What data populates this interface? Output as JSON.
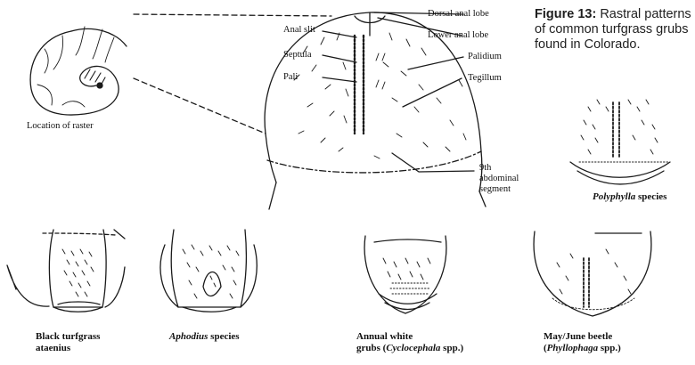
{
  "figure": {
    "number": "Figure 13:",
    "caption": "Rastral patterns of common turfgrass grubs found in Colorado."
  },
  "main_diagram": {
    "labels": {
      "dorsal_anal_lobe": "Dorsal anal lobe",
      "lower_anal_lobe": "Lower anal lobe",
      "anal_slit": "Anal slit",
      "septula": "Septula",
      "pali": "Pali",
      "palidium": "Palidium",
      "tegillum": "Tegillum",
      "segment_line1": "9th",
      "segment_line2": "abdominal",
      "segment_line3": "segment",
      "location": "Location of raster"
    }
  },
  "species": [
    {
      "line1": "Black turfgrass",
      "line2": "ataenius"
    },
    {
      "italic": "Aphodius",
      "rest": " species"
    },
    {
      "line1": "Annual white",
      "line2_pre": "grubs (",
      "line2_italic": "Cyclocephala",
      "line2_post": " spp.)"
    },
    {
      "line1": "May/June beetle",
      "line2_pre": "(",
      "line2_italic": "Phyllophaga",
      "line2_post": " spp.)"
    },
    {
      "italic": "Polyphylla",
      "rest": " species"
    }
  ]
}
